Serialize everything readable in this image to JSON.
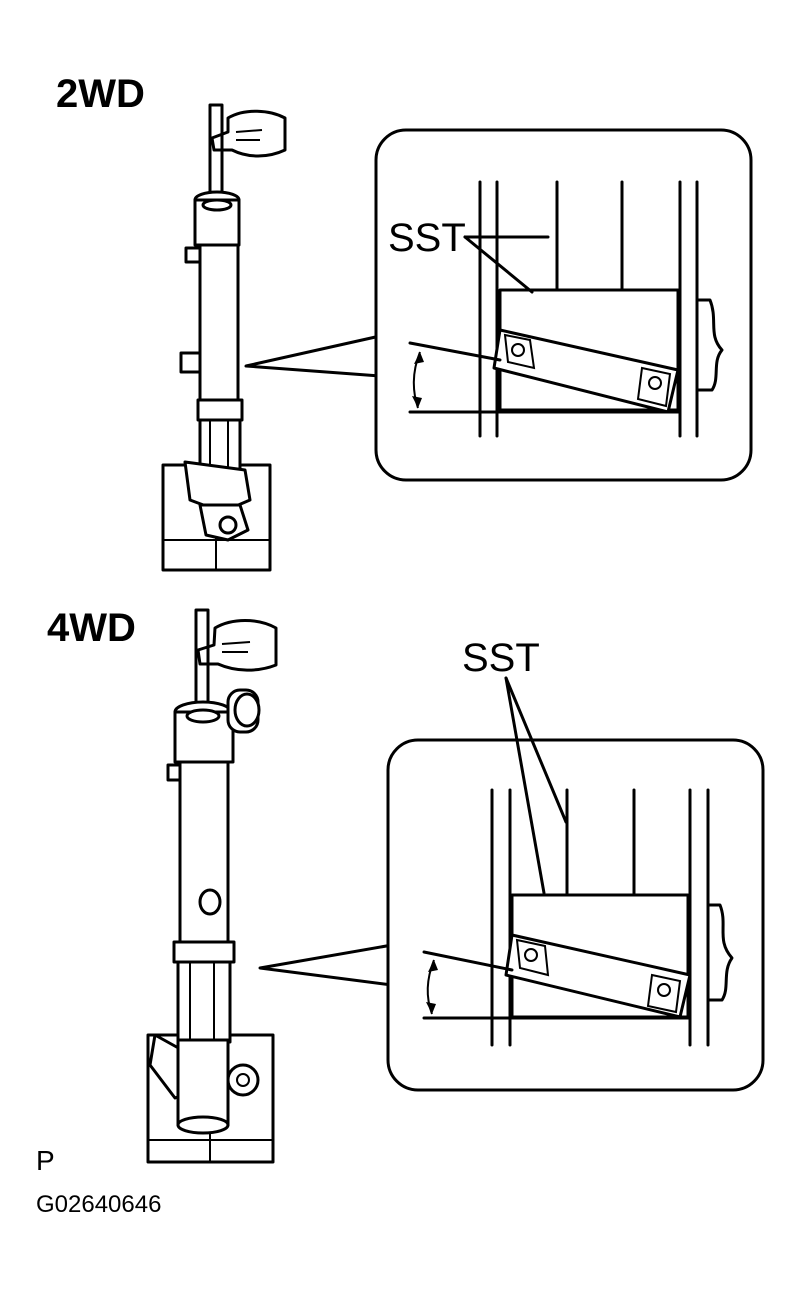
{
  "diagram": {
    "section_2wd": {
      "heading": "2WD",
      "callout_label": "SST"
    },
    "section_4wd": {
      "heading": "4WD",
      "callout_label": "SST"
    },
    "footer": {
      "mark": "P",
      "code": "G02640646"
    }
  }
}
